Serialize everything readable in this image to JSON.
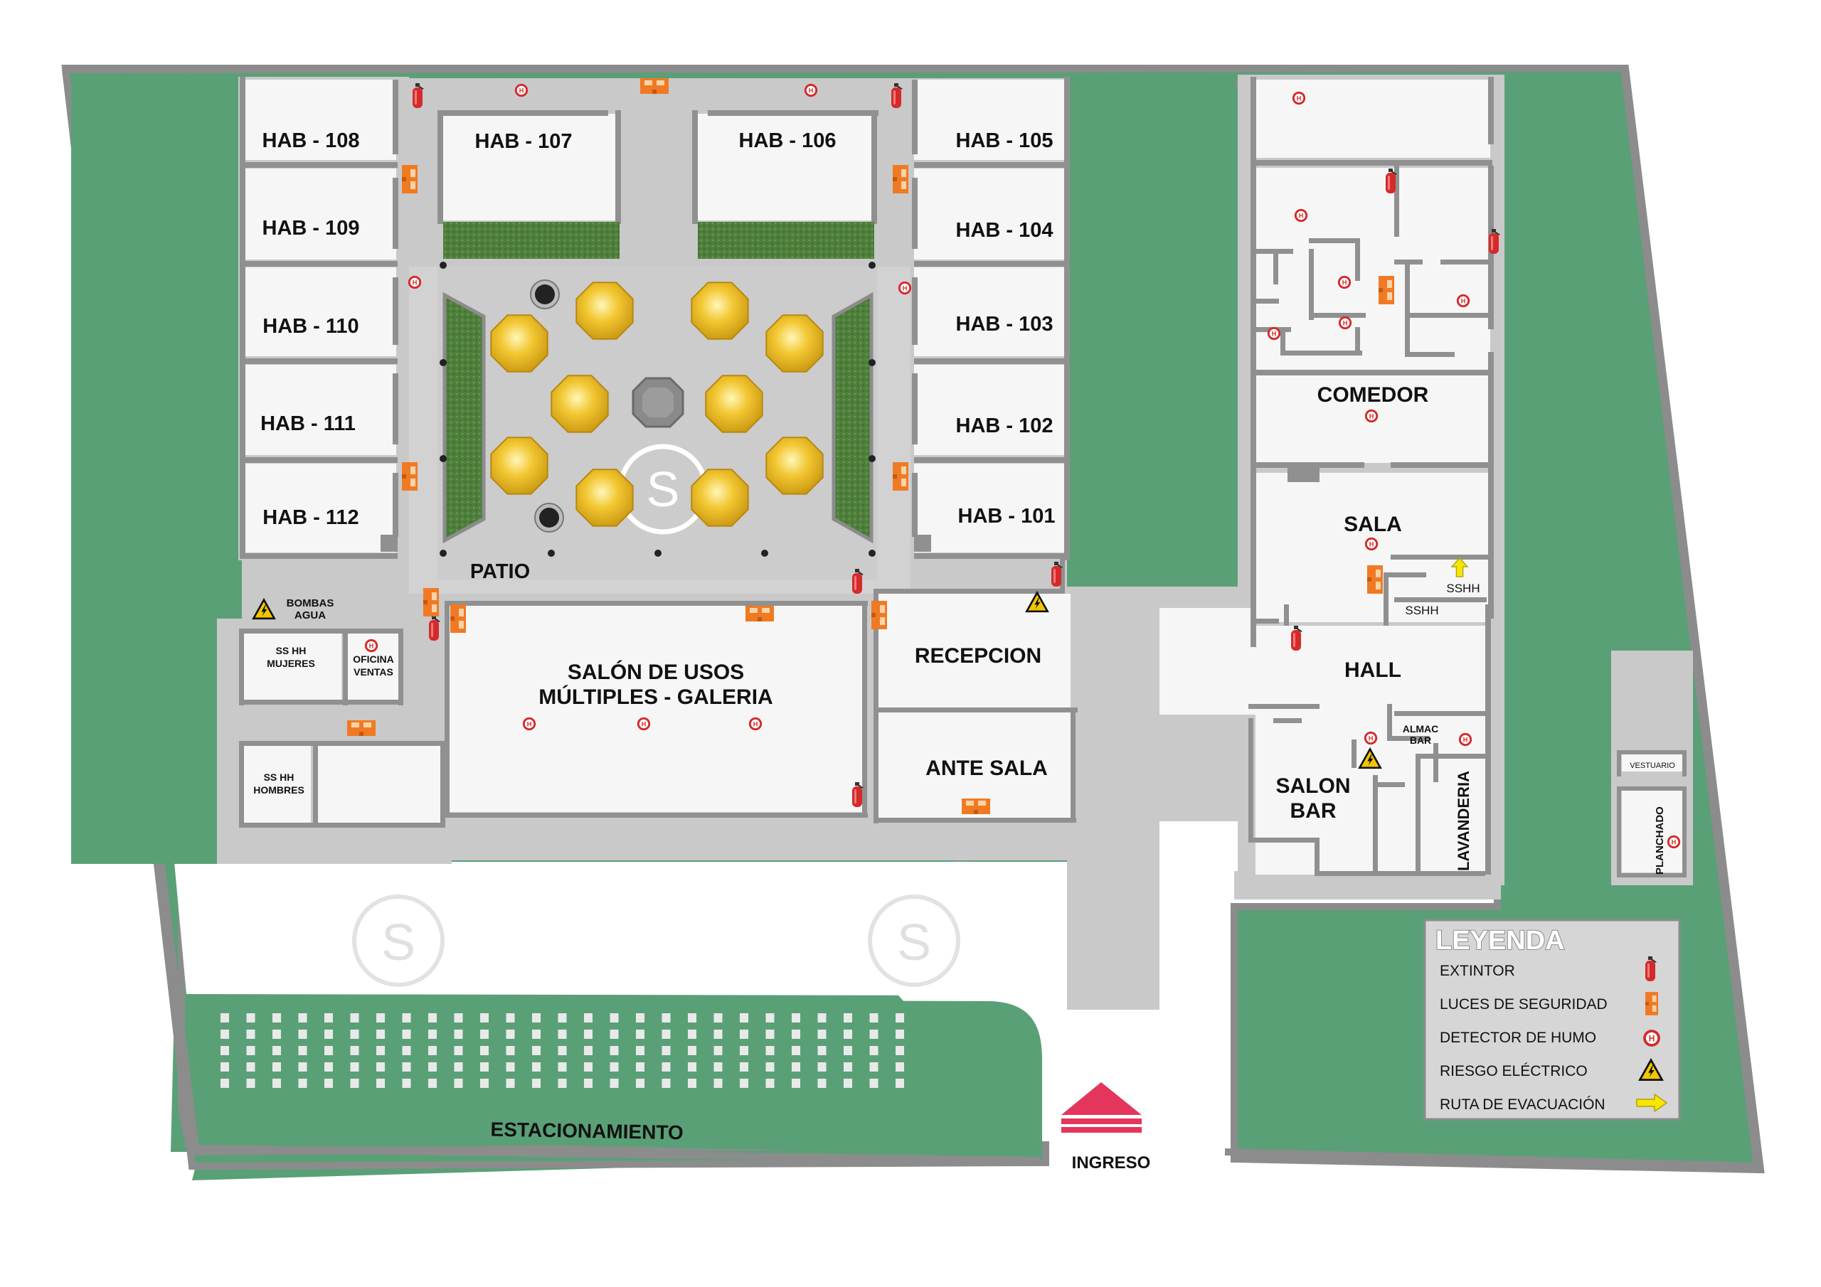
{
  "rooms": {
    "hab108": "HAB - 108",
    "hab109": "HAB - 109",
    "hab110": "HAB - 110",
    "hab111": "HAB - 111",
    "hab112": "HAB - 112",
    "hab107": "HAB - 107",
    "hab106": "HAB - 106",
    "hab105": "HAB - 105",
    "hab104": "HAB - 104",
    "hab103": "HAB - 103",
    "hab102": "HAB - 102",
    "hab101": "HAB - 101",
    "patio": "PATIO",
    "bombas_1": "BOMBAS",
    "bombas_2": "AGUA",
    "sshh_mujeres_1": "SS HH",
    "sshh_mujeres_2": "MUJERES",
    "oficina_1": "OFICINA",
    "oficina_2": "VENTAS",
    "sshh_hombres_1": "SS HH",
    "sshh_hombres_2": "HOMBRES",
    "salon_1": "SALÓN DE USOS",
    "salon_2": "MÚLTIPLES - GALERIA",
    "recepcion": "RECEPCION",
    "ante_sala": "ANTE SALA",
    "comedor": "COMEDOR",
    "sala": "SALA",
    "sshh_a": "SSHH",
    "sshh_b": "SSHH",
    "hall": "HALL",
    "almac_1": "ALMAC",
    "almac_2": "BAR",
    "salon_bar_1": "SALON",
    "salon_bar_2": "BAR",
    "lavanderia": "LAVANDERIA",
    "vestuario": "VESTUARIO",
    "planchado": "PLANCHADO",
    "estacionamiento": "ESTACIONAMIENTO",
    "ingreso": "INGRESO",
    "helipad": "S"
  },
  "legend": {
    "title": "LEYENDA",
    "items": [
      {
        "label": "EXTINTOR",
        "icon": "fire-extinguisher-icon"
      },
      {
        "label": "LUCES DE SEGURIDAD",
        "icon": "emergency-light-icon"
      },
      {
        "label": "DETECTOR DE HUMO",
        "icon": "smoke-detector-icon"
      },
      {
        "label": "RIESGO ELÉCTRICO",
        "icon": "electrical-hazard-icon"
      },
      {
        "label": "RUTA DE EVACUACIÓN",
        "icon": "evacuation-arrow-icon"
      }
    ]
  },
  "symbols": {
    "smoke_detector": "H"
  },
  "colors": {
    "lawn": "#5aa077",
    "corridor": "#c9c9c9",
    "wall": "#909090",
    "room": "#f6f6f6",
    "extinguisher": "#d42a2a",
    "emergency_light": "#f07a24",
    "smoke_detector": "#d42a2a",
    "hazard": "#f2c600",
    "evacuation": "#f7e600",
    "ingreso": "#e4365c",
    "table_gold": "#e5b420"
  }
}
